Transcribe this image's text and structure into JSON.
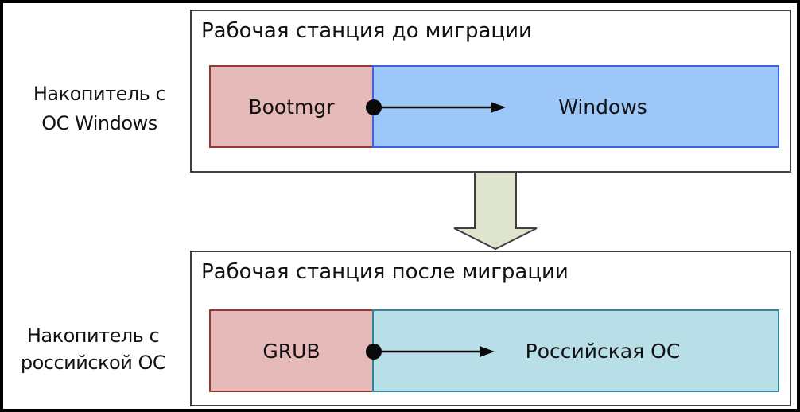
{
  "left_labels": {
    "windows_drive": {
      "line1": "Накопитель с",
      "line2": "ОС Windows"
    },
    "russian_drive": {
      "line1": "Накопитель с",
      "line2": "российской ОС"
    }
  },
  "workstation_before": {
    "title": "Рабочая станция до миграции",
    "bootloader": "Bootmgr",
    "os": "Windows"
  },
  "workstation_after": {
    "title": "Рабочая станция после миграции",
    "bootloader": "GRUB",
    "os": "Российская ОС"
  },
  "colors": {
    "bootloader_fill": "#E6BAB8",
    "bootloader_border": "#953735",
    "windows_fill": "#9CC7F8",
    "windows_border": "#3F63E0",
    "russian_os_fill": "#B8DEE7",
    "russian_os_border": "#31859C",
    "migration_arrow_fill": "#DEE4CD",
    "migration_arrow_border": "#3F3F3F",
    "connector": "#0a0a0a",
    "frame_border": "#000000",
    "box_border": "#3F3F3F"
  }
}
